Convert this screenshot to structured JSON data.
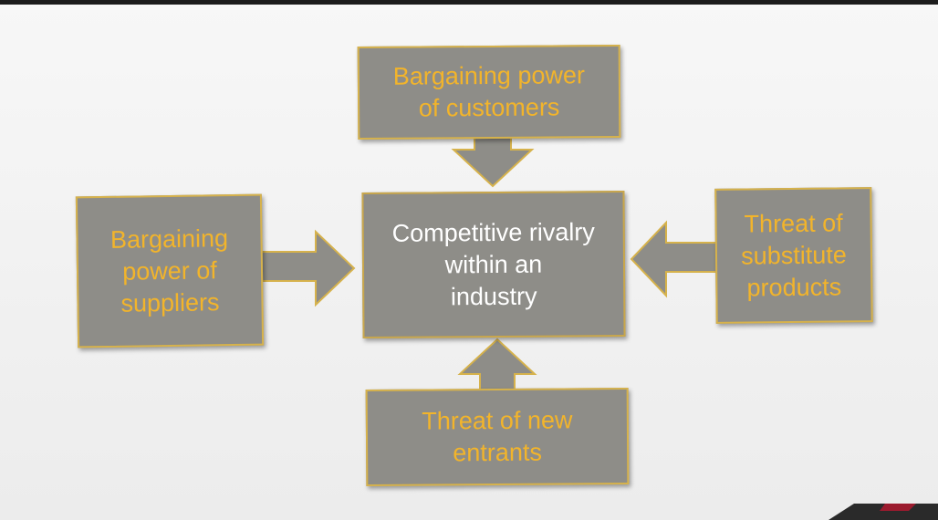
{
  "diagram": {
    "center": "Competitive rivalry\nwithin an\nindustry",
    "top": "Bargaining power\nof customers",
    "left": "Bargaining\npower of\nsuppliers",
    "right": "Threat of\nsubstitute\nproducts",
    "bottom": "Threat of new\nentrants"
  },
  "colors": {
    "box_fill": "#8e8d88",
    "box_border": "#d6b24c",
    "outer_text": "#f2b42b",
    "center_text": "#ffffff"
  }
}
